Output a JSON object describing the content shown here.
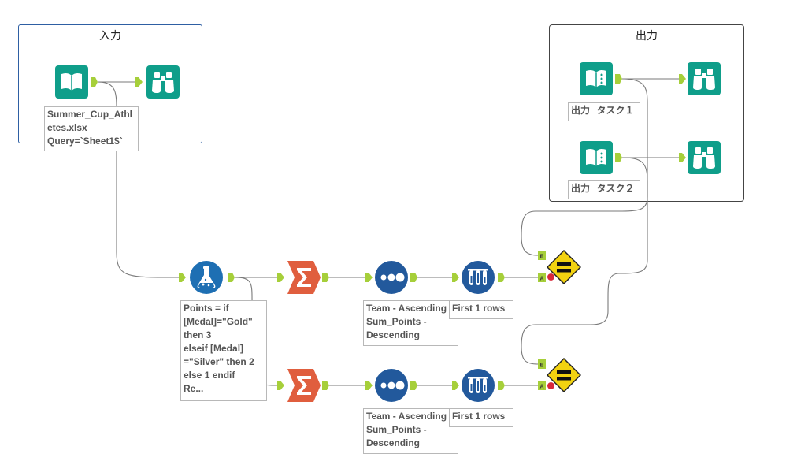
{
  "containers": {
    "input": {
      "title": "入力"
    },
    "output": {
      "title": "出力"
    }
  },
  "annotations": {
    "input_file": "Summer_Cup_Athl\netes.xlsx\nQuery=`Sheet1$`",
    "formula": "Points = if\n[Medal]=\"Gold\"\nthen 3\nelseif [Medal]\n=\"Silver\" then 2\nelse 1 endif\nRe...",
    "sort_1": "Team - Ascending\nSum_Points -\nDescending",
    "sort_2": "Team - Ascending\nSum_Points -\nDescending",
    "sample_1": "First 1 rows",
    "sample_2": "First 1 rows",
    "output_task_1": "出力  タスク１",
    "output_task_2": "出力  タスク２"
  },
  "anchor_labels": {
    "expected": "E",
    "actual": "A"
  },
  "icons": {
    "input": "book-icon",
    "browse": "binoculars-icon",
    "formula": "flask-icon",
    "summarize": "sigma-icon",
    "sort": "sort-icon",
    "sample": "test-tubes-icon",
    "test": "equals-icon"
  },
  "colors": {
    "in_out": "#0f9e8a",
    "formula": "#1e6fb3",
    "summarize": "#e05e3e",
    "sort": "#22599c",
    "sample": "#22599c",
    "test": "#f2d210",
    "anchor": "#a6cf3a",
    "connection": "#7a7a7a",
    "input_border": "#2e5fa3",
    "output_border": "#444444"
  }
}
